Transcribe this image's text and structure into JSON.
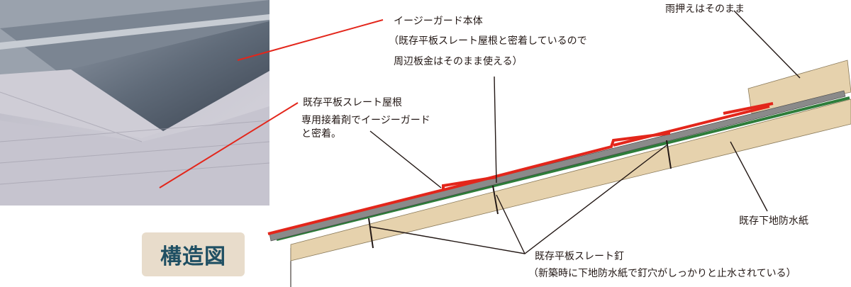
{
  "title": "構造図",
  "labels": {
    "easy_guard_main": "イージーガード本体",
    "easy_guard_note_1": "（既存平板スレート屋根と密着しているので",
    "easy_guard_note_2": "周辺板金はそのまま使える）",
    "existing_slate_roof": "既存平板スレート屋根",
    "adhesive_note_1": "専用接着剤でイージーガード",
    "adhesive_note_2": "と密着。",
    "ridge_cover": "雨押えはそのまま",
    "underlayment": "既存下地防水紙",
    "slate_nail": "既存平板スレート釘",
    "slate_nail_note": "（新築時に下地防水紙で釘穴がしっかりと止水されている）"
  },
  "colors": {
    "guard_red": "#e3261b",
    "underlay_green": "#2e7d3a",
    "slate_gray": "#8a8a8a",
    "wood": "#e6d2ad",
    "title_bg": "#e8dccb",
    "title_text": "#1f4f63"
  }
}
